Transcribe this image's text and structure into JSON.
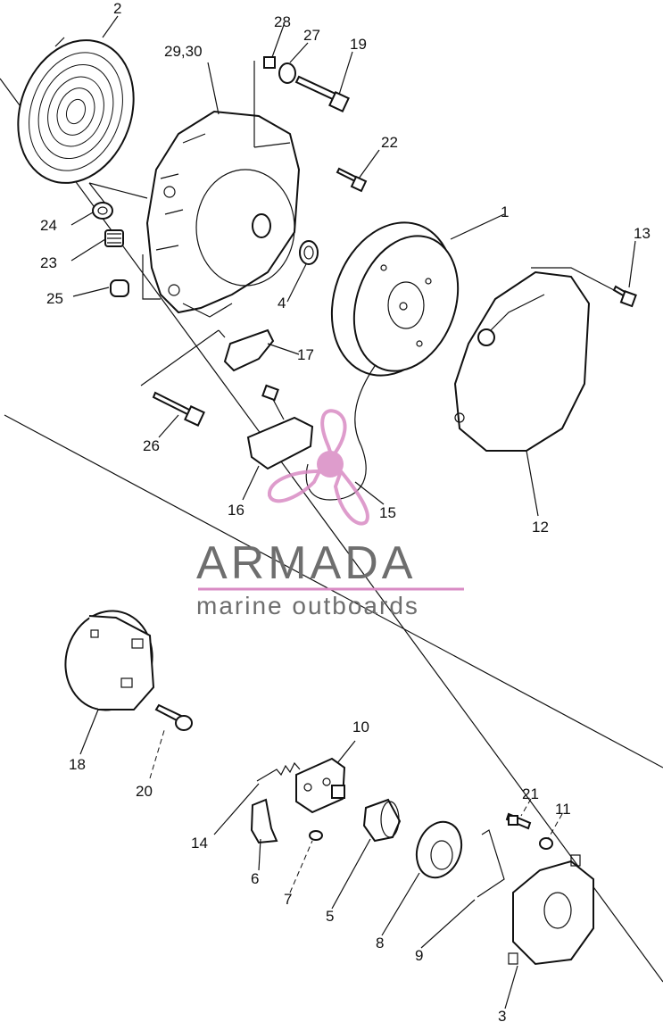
{
  "callouts": {
    "c1": "1",
    "c2": "2",
    "c3": "3",
    "c4": "4",
    "c5": "5",
    "c6": "6",
    "c7": "7",
    "c8": "8",
    "c9": "9",
    "c10": "10",
    "c11": "11",
    "c12": "12",
    "c13": "13",
    "c14": "14",
    "c15": "15",
    "c16": "16",
    "c17": "17",
    "c18": "18",
    "c19": "19",
    "c20": "20",
    "c21": "21",
    "c22": "22",
    "c23": "23",
    "c24": "24",
    "c25": "25",
    "c26": "26",
    "c27": "27",
    "c28": "28",
    "c2930": "29,30"
  },
  "watermark": {
    "brand": "ARMADA",
    "tagline": "marine outboards",
    "logo_color": "#d98bc4",
    "text_color": "#6e6e6e"
  }
}
